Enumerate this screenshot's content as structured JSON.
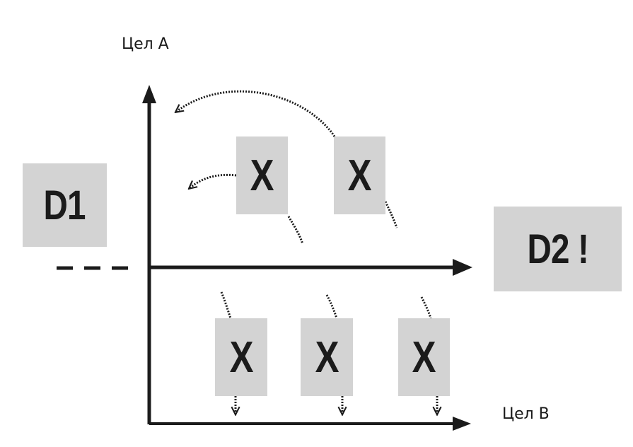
{
  "labels": {
    "axis_a": "Цел A",
    "axis_b": "Цел B"
  },
  "boxes": {
    "d1": "D1",
    "d2": "D2 !",
    "x": "X"
  },
  "colors": {
    "box_fill": "#d3d3d3",
    "ink": "#1b1b1b"
  }
}
